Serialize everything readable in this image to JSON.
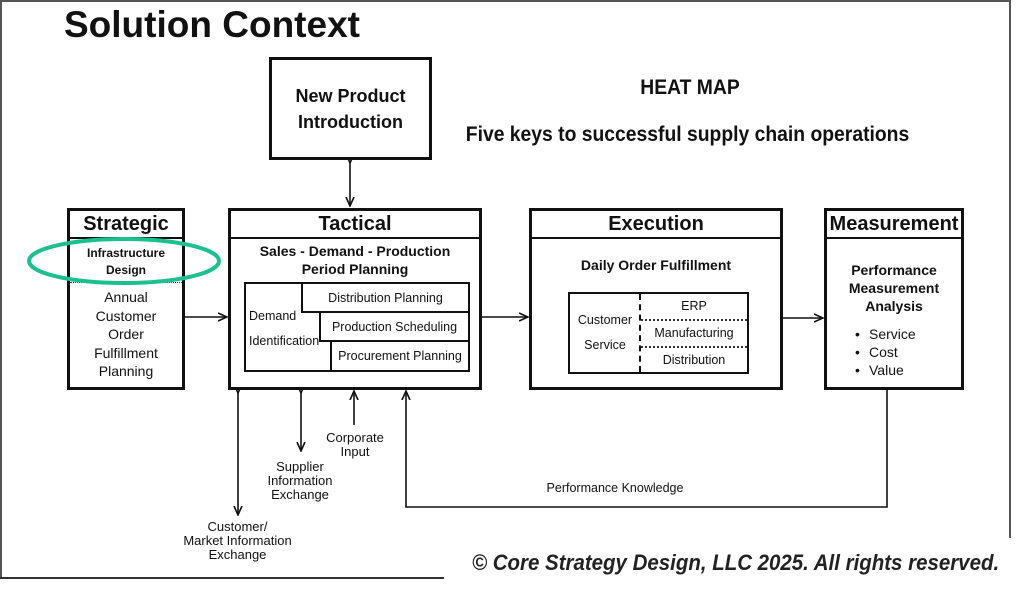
{
  "title": "Solution Context",
  "heat_map_label": "HEAT MAP",
  "subtitle": "Five keys to successful supply chain operations",
  "highlight_color": "#1cbf8f",
  "new_product": {
    "line1": "New Product",
    "line2": "Introduction"
  },
  "strategic": {
    "header": "Strategic",
    "highlight_line1": "Infrastructure",
    "highlight_line2": "Design",
    "body": [
      "Annual",
      "Customer",
      "Order",
      "Fulfillment",
      "Planning"
    ]
  },
  "tactical": {
    "header": "Tactical",
    "subtitle_line1": "Sales - Demand - Production",
    "subtitle_line2": "Period Planning",
    "demand_line1": "Demand",
    "demand_line2": "Identification",
    "distribution": "Distribution Planning",
    "production": "Production Scheduling",
    "procurement": "Procurement Planning"
  },
  "execution": {
    "header": "Execution",
    "subtitle": "Daily Order Fulfillment",
    "customer_line1": "Customer",
    "customer_line2": "Service",
    "erp": "ERP",
    "manufacturing": "Manufacturing",
    "distribution": "Distribution"
  },
  "measurement": {
    "header": "Measurement",
    "subtitle": [
      "Performance",
      "Measurement",
      "Analysis"
    ],
    "bullets": [
      "Service",
      "Cost",
      "Value"
    ]
  },
  "flows": {
    "customer_market": [
      "Customer/",
      "Market Information",
      "Exchange"
    ],
    "supplier": [
      "Supplier",
      "Information",
      "Exchange"
    ],
    "corporate": [
      "Corporate",
      "Input"
    ],
    "performance_knowledge": "Performance Knowledge"
  },
  "copyright": "© Core Strategy Design, LLC 2025. All rights reserved."
}
